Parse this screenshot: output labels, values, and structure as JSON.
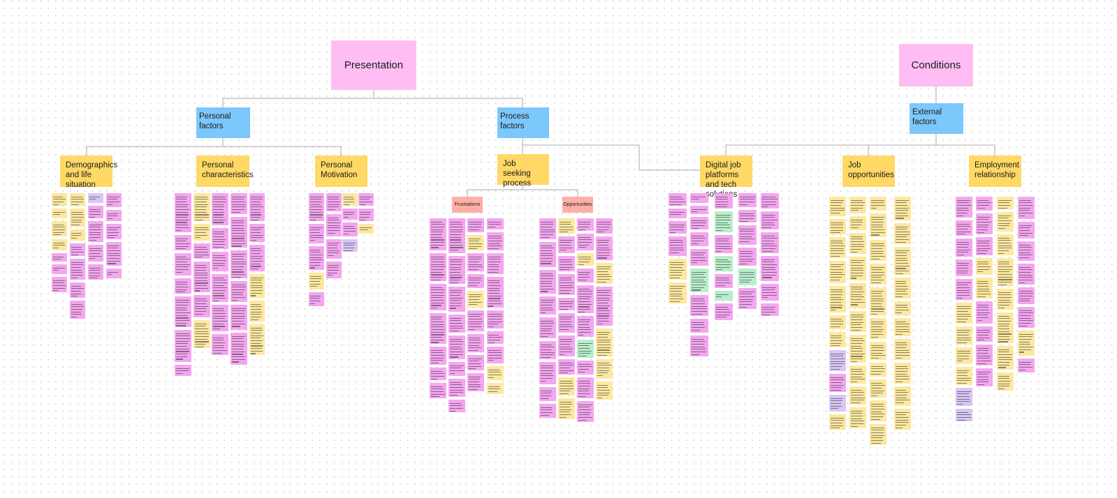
{
  "colors": {
    "pink": "#ffbdf3",
    "blue": "#7cc7fb",
    "yellow": "#ffd865",
    "salmon": "#ffb0a6",
    "note_pink": "#f4a6f0",
    "note_yellow": "#fde8a0",
    "note_purple": "#d8c7f5",
    "note_green": "#b9eecb",
    "connector": "#a9a9a9"
  },
  "nodes": {
    "presentation": "Presentation",
    "conditions": "Conditions",
    "personal_factors": "Personal factors",
    "process_factors": "Process factors",
    "external_factors": "External  factors",
    "demographics": "Demographics and life situation",
    "personal_characteristics": "Personal characteristics",
    "personal_motivation": "Personal Motivation",
    "job_seeking_process": "Job seeking process",
    "digital_platforms": "Digital job platforms and tech solutions",
    "job_opportunities": "Job opportunities",
    "employment_relationship": "Employment relationship",
    "frustrations": "Frustrations",
    "opportunities": "Opportunities"
  }
}
